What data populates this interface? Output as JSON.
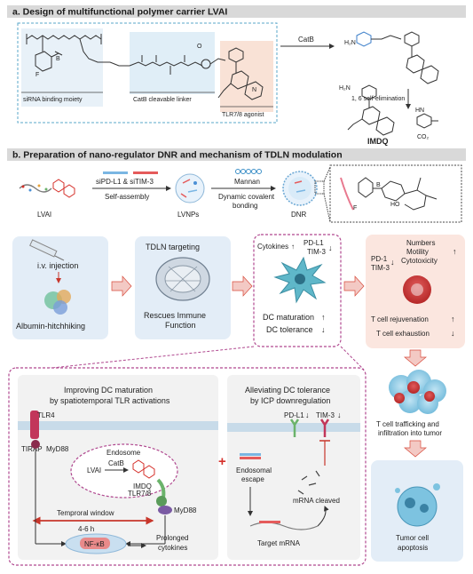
{
  "panel_a": {
    "header": "a. Design of multifunctional polymer carrier LVAI",
    "labels": {
      "sirna": "siRNA binding moiety",
      "catb_linker": "CatB cleavable linker",
      "tlr": "TLR7/8 agonist",
      "catb_arrow": "CatB",
      "self_elim": "1, 6 self-elimination",
      "imdq": "IMDQ",
      "co2": "CO₂"
    }
  },
  "panel_b": {
    "header": "b. Preparation of nano-regulator DNR and mechanism of TDLN modulation",
    "prep": {
      "lvai": "LVAI",
      "sipd": "siPD-L1 & siTIM-3",
      "self_assembly": "Self-assembly",
      "lvnps": "LVNPs",
      "mannan": "Mannan",
      "dyn1": "Dynamic covalent",
      "dyn2": "bonding",
      "dnr": "DNR"
    },
    "flow": {
      "iv": "i.v. injection",
      "albumin": "Albumin-hitchhiking",
      "tdln_target": "TDLN targeting",
      "rescues1": "Rescues Immune",
      "rescues2": "Function",
      "cytokines": "Cytokines",
      "pdl1": "PD-L1",
      "tim3": "TIM-3",
      "dc_mat": "DC maturation",
      "dc_tol": "DC tolerance",
      "pd1": "PD-1",
      "tim3b": "TIM-3",
      "numbers": "Numbers",
      "motility": "Motility",
      "cytotox": "Cytotoxicity",
      "rejuv": "T cell rejuvenation",
      "exhaust": "T cell exhaustion",
      "traffic1": "T cell trafficking and",
      "traffic2": "infiltration into tumor",
      "apop1": "Tumor cell",
      "apop2": "apoptosis"
    },
    "mech_left": {
      "title1": "Improving DC maturation",
      "title2": "by spatiotemporal TLR activations",
      "tlr4": "TLR4",
      "tirap": "TIRAP",
      "myd88": "MyD88",
      "endosome": "Endosome",
      "lvai": "LVAI",
      "catb": "CatB",
      "imdq": "IMDQ",
      "tlr78": "TLR7/8",
      "myd88b": "MyD88",
      "window": "Temproral window",
      "hours": "4-6 h",
      "nfkb": "NF-κB",
      "prolonged1": "Prolonged",
      "prolonged2": "cytokines"
    },
    "plus": "+",
    "mech_right": {
      "title1": "Alleviating DC tolerance",
      "title2": "by ICP downregulation",
      "pdl1": "PD-L1",
      "tim3": "TIM-3",
      "endo1": "Endosomal",
      "endo2": "escape",
      "mrna_cleaved": "mRNA cleaved",
      "target": "Target mRNA"
    }
  },
  "colors": {
    "arrow_pink": "#f3c9c4",
    "arrow_red": "#d84b3c",
    "box_blue": "#e3edf7",
    "dashed_magenta": "#b0488f",
    "teal": "#5fb7c9",
    "red_mark": "#d5302a"
  }
}
